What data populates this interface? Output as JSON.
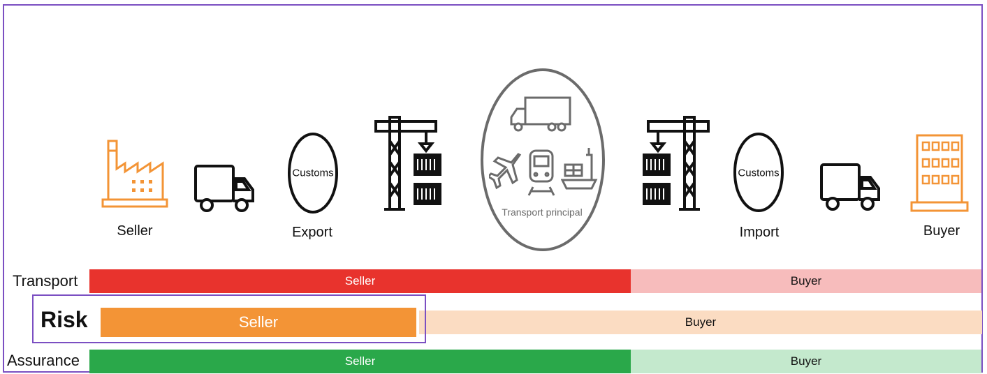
{
  "nodes": {
    "seller": "Seller",
    "export": "Export",
    "export_customs": "Customs",
    "transport_principal": "Transport principal",
    "import_customs": "Customs",
    "import": "Import",
    "buyer": "Buyer"
  },
  "rows": {
    "transport": {
      "label": "Transport",
      "seller": "Seller",
      "buyer": "Buyer",
      "seller_color": "#e8332d",
      "buyer_color": "#f7bcbc"
    },
    "risk": {
      "label": "Risk",
      "seller": "Seller",
      "buyer": "Buyer",
      "seller_color": "#f39436",
      "buyer_color": "#fbdcc2"
    },
    "assurance": {
      "label": "Assurance",
      "seller": "Seller",
      "buyer": "Buyer",
      "seller_color": "#2aa84a",
      "buyer_color": "#c4e9cd"
    }
  },
  "colors": {
    "accent_orange": "#f39436",
    "highlight_border": "#7b4fc2"
  }
}
